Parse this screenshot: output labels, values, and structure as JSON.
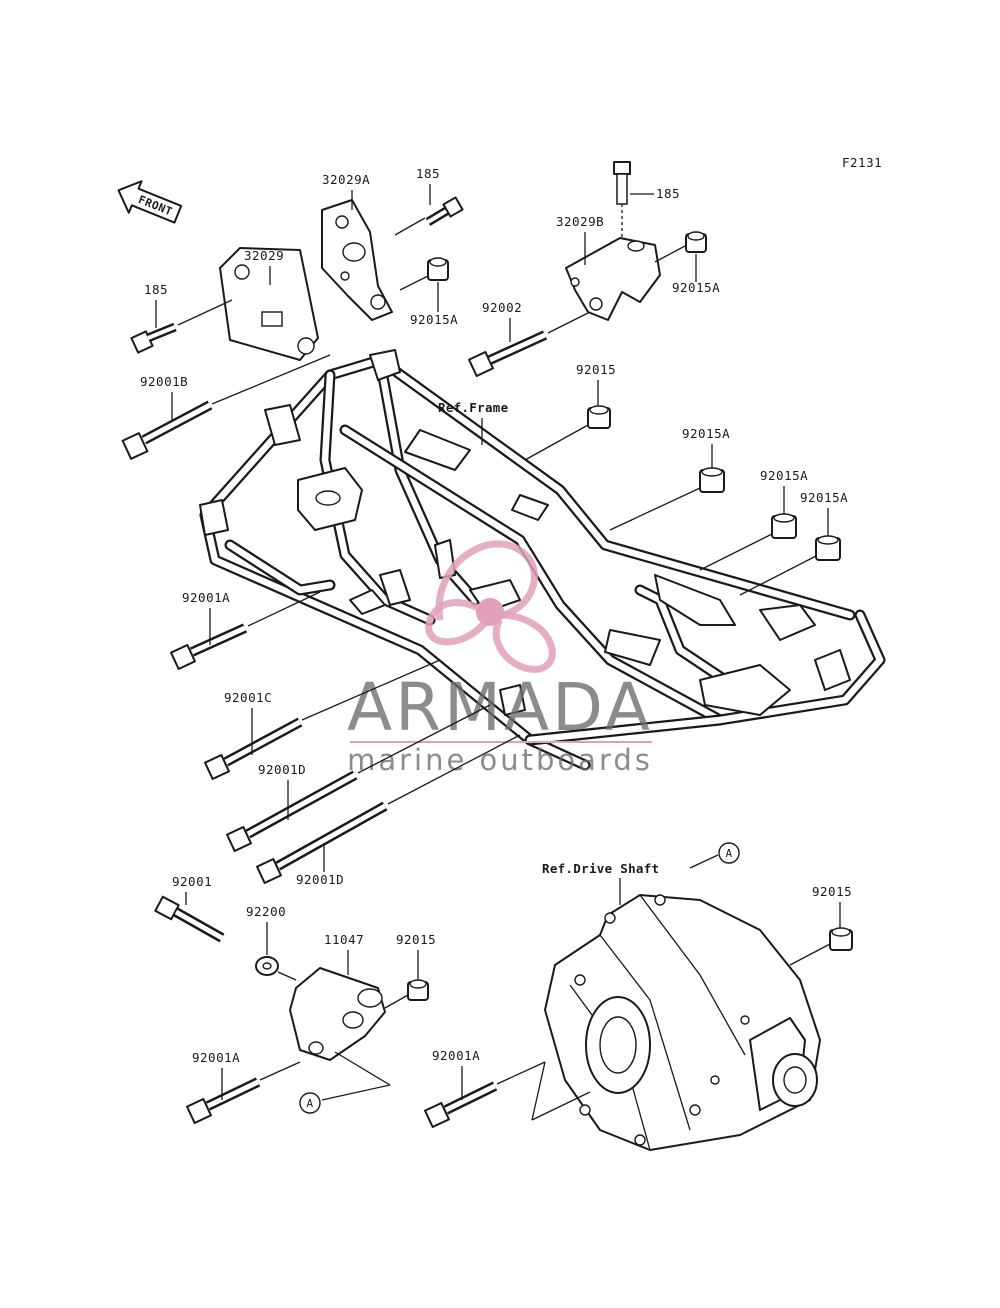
{
  "diagram": {
    "code": "F2131",
    "front_label": "FRONT",
    "parts": [
      "32029A",
      "185",
      "185",
      "32029B",
      "32029",
      "185",
      "92015A",
      "92015A",
      "92002",
      "92001B",
      "92015",
      "92015A",
      "92015A",
      "92015A",
      "92001A",
      "92001C",
      "92001D",
      "92001D",
      "92001",
      "92200",
      "11047",
      "92015",
      "92015",
      "92001A",
      "92001A"
    ],
    "references": {
      "frame": "Ref.Frame",
      "drive_shaft": "Ref.Drive Shaft"
    },
    "callout": "A"
  },
  "watermark": {
    "brand": "ARMADA",
    "tagline": "marine outboards",
    "brand_color": "#e0a0bb"
  }
}
